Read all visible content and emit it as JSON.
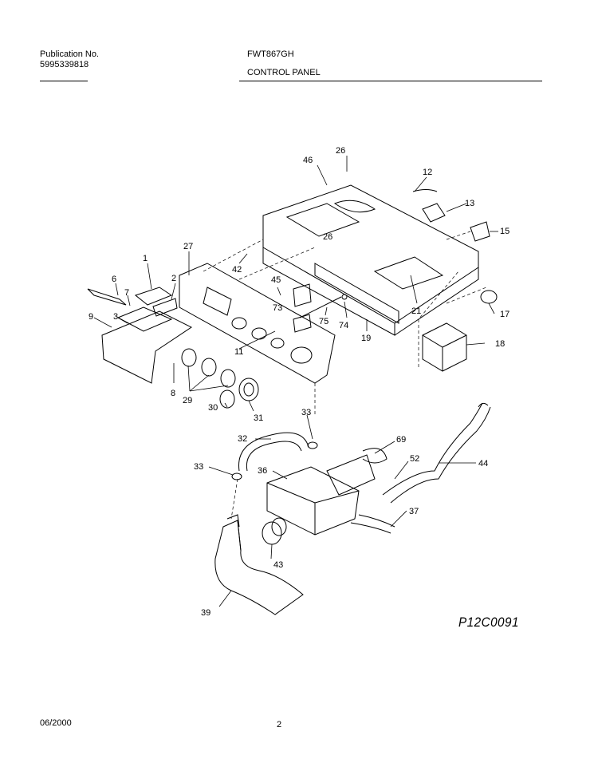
{
  "header": {
    "publication_label": "Publication No.",
    "publication_number": "5995339818",
    "model": "FWT867GH",
    "section_title": "CONTROL PANEL"
  },
  "diagram": {
    "drawing_code": "P12C0091",
    "callouts": [
      "26",
      "46",
      "12",
      "13",
      "15",
      "27",
      "1",
      "6",
      "2",
      "7",
      "42",
      "45",
      "26",
      "73",
      "21",
      "17",
      "9",
      "3",
      "75",
      "74",
      "19",
      "18",
      "11",
      "8",
      "29",
      "30",
      "31",
      "33",
      "32",
      "69",
      "44",
      "52",
      "33",
      "36",
      "37",
      "43",
      "39"
    ]
  },
  "footer": {
    "date": "06/2000",
    "page": "2"
  }
}
